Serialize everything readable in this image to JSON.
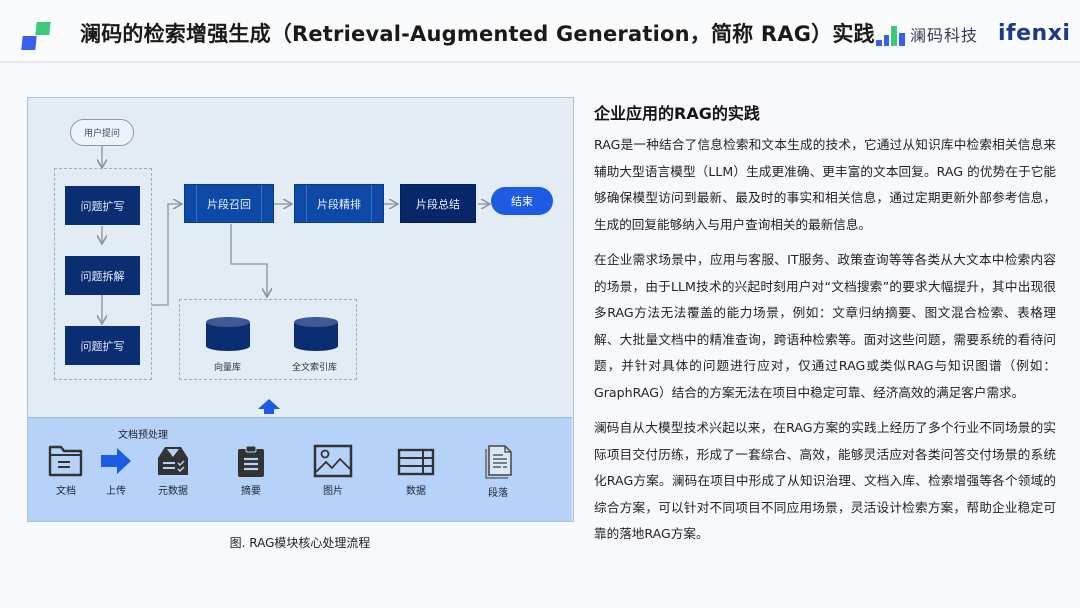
{
  "header": {
    "title": "澜码的检索增强生成（Retrieval-Augmented Generation，简称 RAG）实践",
    "brand_name": "澜码科技",
    "partner_logo": "ifenxi",
    "colors": {
      "green": "#3ec97a",
      "blue": "#3a5ef0",
      "navy": "#1d3a8a"
    }
  },
  "diagram": {
    "start_node": "用户提问",
    "query_steps": [
      "问题扩写",
      "问题拆解",
      "问题扩写"
    ],
    "segment_steps": [
      "片段召回",
      "片段精排",
      "片段总结"
    ],
    "end_node": "结束",
    "stores": [
      "向量库",
      "全文索引库"
    ],
    "preprocess": {
      "title": "文档预处理",
      "source": {
        "label": "文档",
        "icon": "folder-icon"
      },
      "arrow_label": "上传",
      "items": [
        {
          "label": "元数据",
          "icon": "inbox-check-icon"
        },
        {
          "label": "摘要",
          "icon": "clipboard-icon"
        },
        {
          "label": "图片",
          "icon": "image-icon"
        },
        {
          "label": "数据",
          "icon": "table-icon"
        },
        {
          "label": "段落",
          "icon": "document-icon"
        }
      ]
    },
    "caption": "图. RAG模块核心处理流程",
    "colors": {
      "query_box": "#0b2e72",
      "segment_box": "#0d4aa8",
      "end": "#1e5be3",
      "preprocess_bg": "#b6d2f8"
    }
  },
  "article": {
    "title": "企业应用的RAG的实践",
    "paragraphs": [
      "RAG是一种结合了信息检索和文本生成的技术，它通过从知识库中检索相关信息来辅助大型语言模型（LLM）生成更准确、更丰富的文本回复。RAG 的优势在于它能够确保模型访问到最新、最及时的事实和相关信息，通过定期更新外部参考信息，生成的回复能够纳入与用户查询相关的最新信息。",
      "在企业需求场景中，应用与客服、IT服务、政策查询等等各类从大文本中检索内容的场景，由于LLM技术的兴起时刻用户对“文档搜索”的要求大幅提升，其中出现很多RAG方法无法覆盖的能力场景，例如：文章归纳摘要、图文混合检索、表格理解、大批量文档中的精准查询，跨语种检索等。面对这些问题，需要系统的看待问题，并针对具体的问题进行应对，仅通过RAG或类似RAG与知识图谱（例如：GraphRAG）结合的方案无法在项目中稳定可靠、经济高效的满足客户需求。",
      "澜码自从大模型技术兴起以来，在RAG方案的实践上经历了多个行业不同场景的实际项目交付历练，形成了一套综合、高效，能够灵活应对各类问答交付场景的系统化RAG方案。澜码在项目中形成了从知识治理、文档入库、检索增强等各个领域的综合方案，可以针对不同项目不同应用场景，灵活设计检索方案，帮助企业稳定可靠的落地RAG方案。"
    ]
  }
}
